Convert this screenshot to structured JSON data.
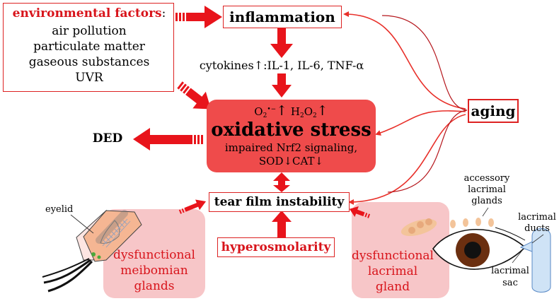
{
  "colors": {
    "accent_red": "#e8141b",
    "text_red": "#d8141b",
    "oxidative_fill": "#ef4b4b",
    "pink_panel": "#f7c6c8",
    "connector_red": "#e8302a"
  },
  "env": {
    "title": "environmental factors",
    "colon": ":",
    "items": [
      "air pollution",
      "particulate matter",
      "gaseous substances",
      "UVR"
    ]
  },
  "inflammation": "inflammation",
  "cytokines": {
    "prefix": "cytokines",
    "arrow": "↑",
    "list": ":IL-1, IL-6, TNF-α"
  },
  "oxidative": {
    "line1": {
      "o2": "O",
      "o2_sub": "2",
      "o2_sup": "•−",
      "up1": "↑",
      "h2o2_a": "H",
      "h2o2_sub1": "2",
      "h2o2_b": "O",
      "h2o2_sub2": "2",
      "up2": "↑"
    },
    "title": "oxidative stress",
    "line3": "impaired Nrf2 signaling,",
    "line4": "SOD↓CAT↓"
  },
  "aging": "aging",
  "ded": "DED",
  "tear_film": "tear film instability",
  "hyperosmolarity": "hyperosmolarity",
  "left_panel": {
    "eyelid_label": "eyelid",
    "title_line1": "dysfunctional",
    "title_line2": "meibomian",
    "title_line3": "glands"
  },
  "right_panel": {
    "title_line1": "dysfunctional",
    "title_line2": "lacrimal",
    "title_line3": "gland",
    "accessory_line1": "accessory",
    "accessory_line2": "lacrimal",
    "accessory_line3": "glands",
    "ducts_line1": "lacrimal",
    "ducts_line2": "ducts",
    "sac_line1": "lacrimal",
    "sac_line2": "sac"
  }
}
